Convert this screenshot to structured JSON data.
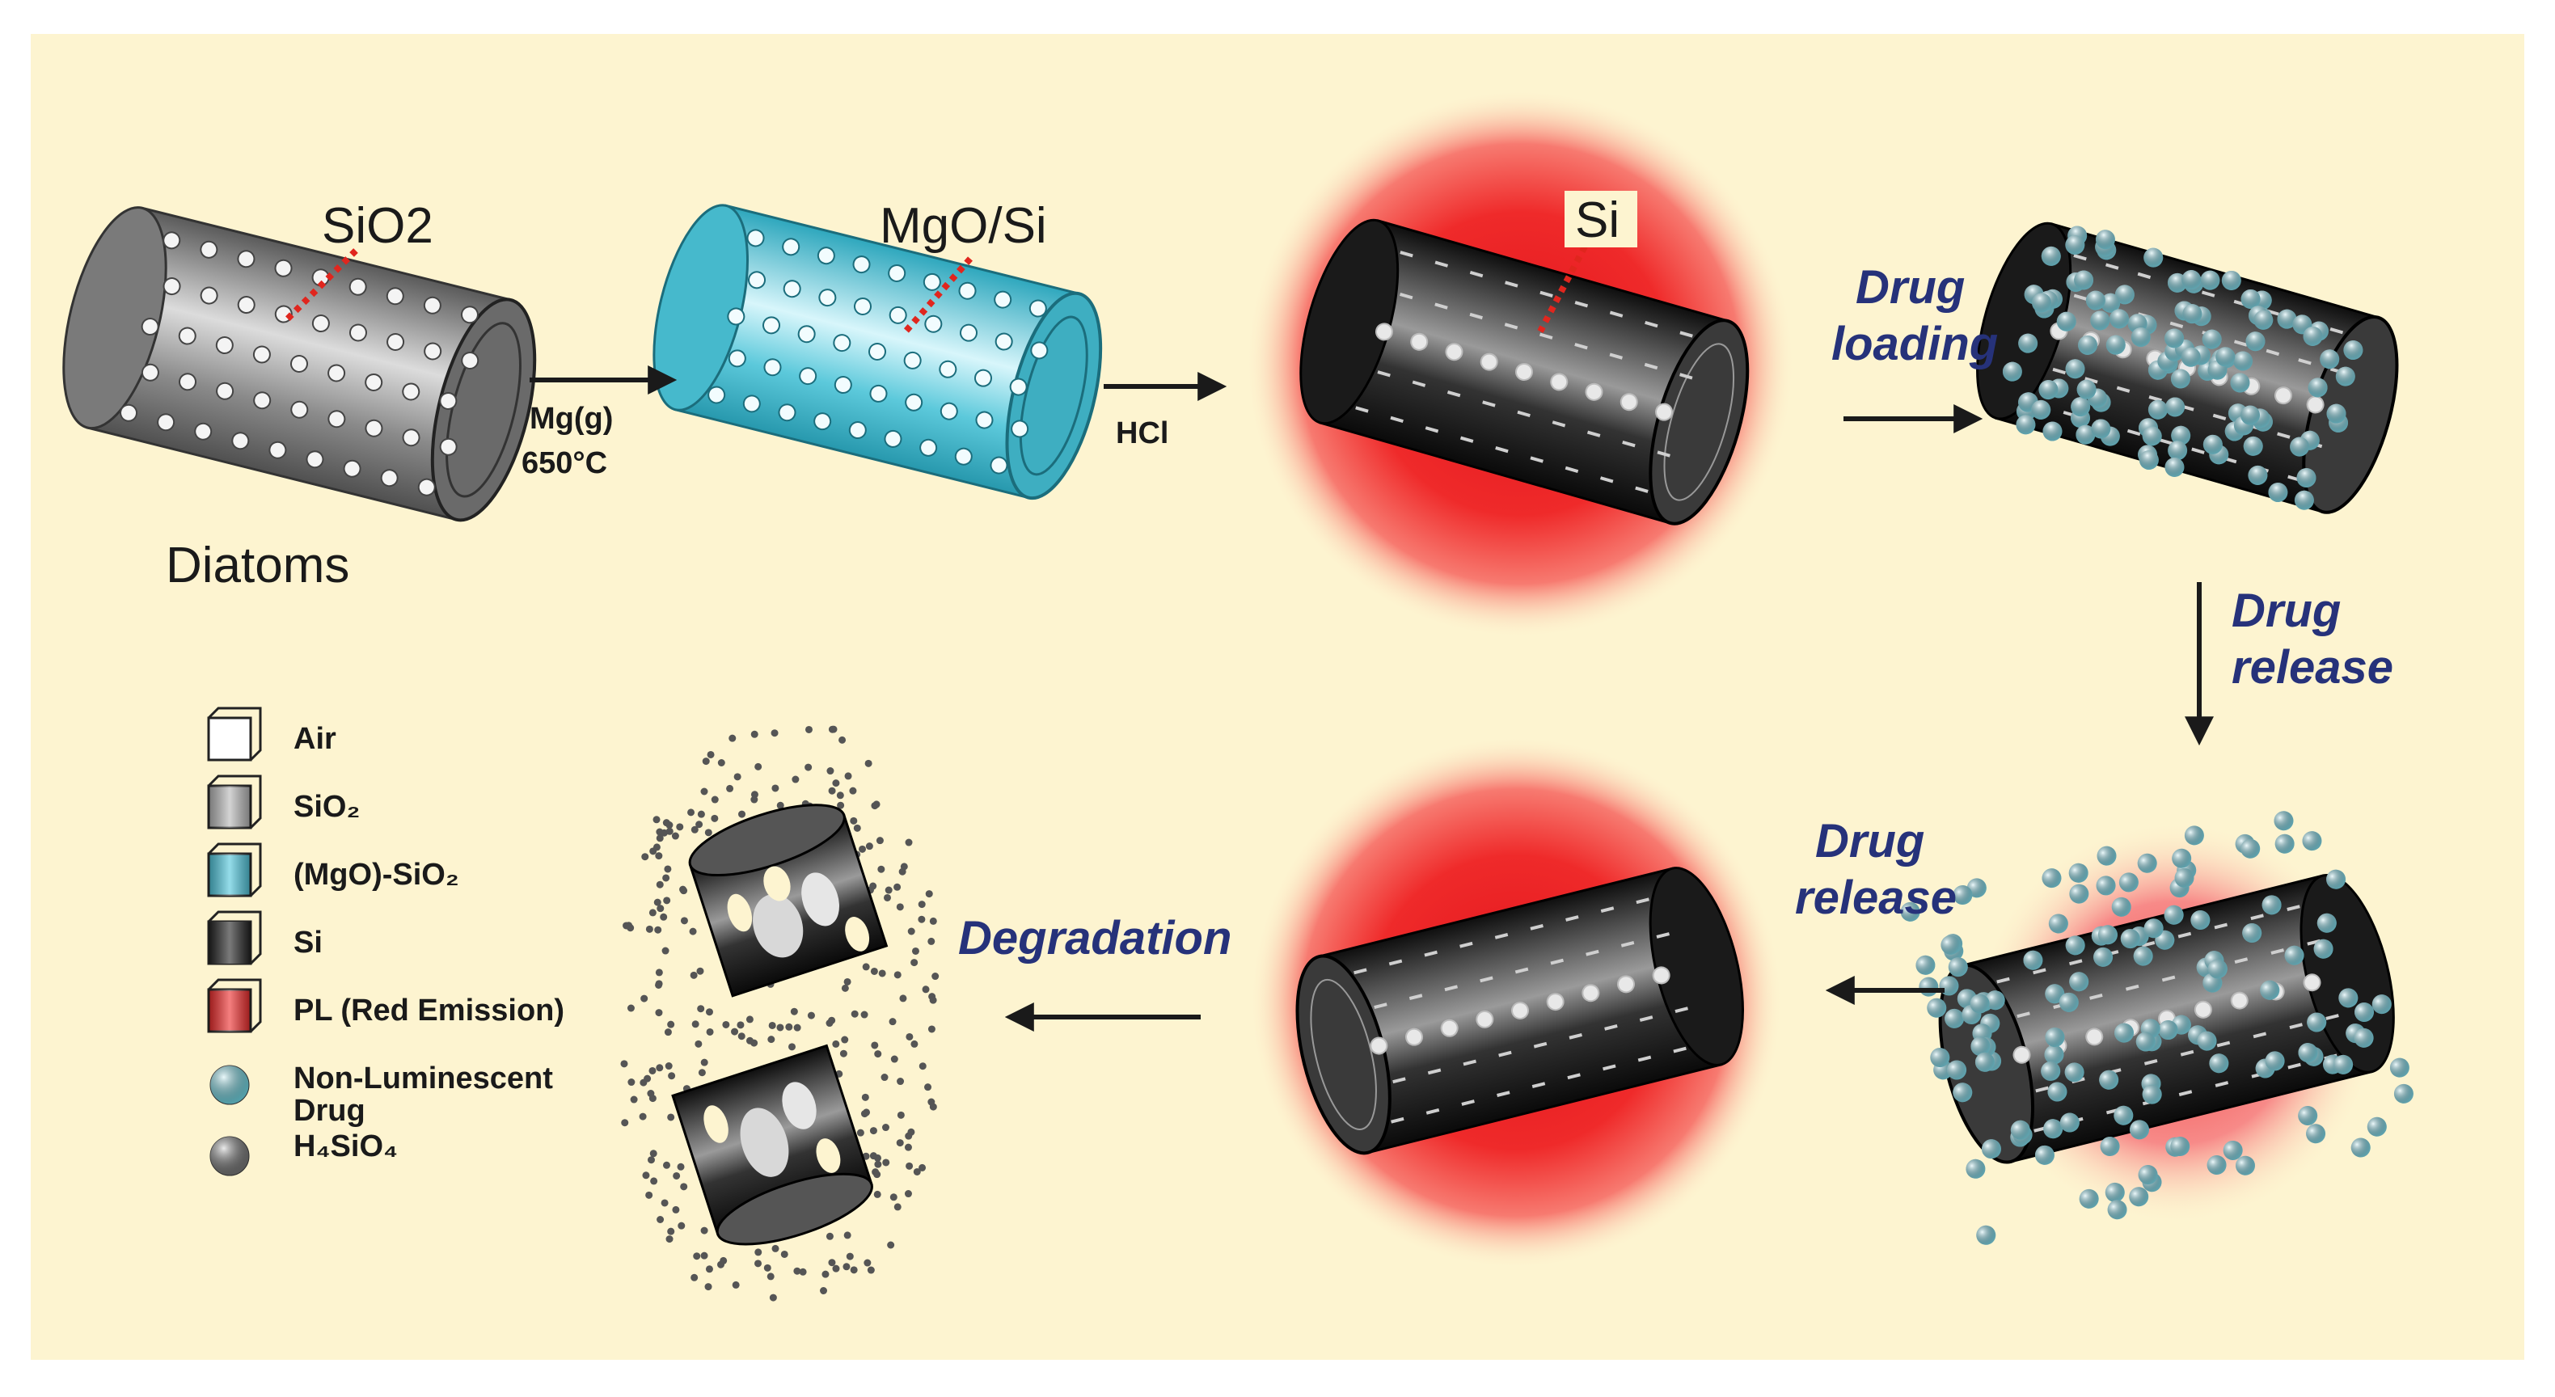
{
  "labels": {
    "sio2": "SiO2",
    "mgo_si": "MgO/Si",
    "si": "Si",
    "diatoms": "Diatoms",
    "mg_g": "Mg(g)",
    "temp": "650°C",
    "hcl": "HCl",
    "drug_loading_1": "Drug",
    "drug_loading_2": "loading",
    "drug_release_1": "Drug",
    "drug_release_2": "release",
    "drug_release_b1": "Drug",
    "drug_release_b2": "release",
    "degradation": "Degradation"
  },
  "legend": {
    "items": [
      {
        "label": "Air",
        "color": "#ffffff"
      },
      {
        "label": "SiO₂",
        "color": "#b8b8b8"
      },
      {
        "label": "(MgO)-SiO₂",
        "color": "#4fc6dc"
      },
      {
        "label": "Si",
        "color": "#222222"
      },
      {
        "label": "PL (Red Emission)",
        "color": "#ee2a2a"
      },
      {
        "label": "Non-Luminescent",
        "label2": "Drug",
        "color": "#6fd3e0"
      },
      {
        "label": "H₄SiO₄",
        "color": "#777777"
      }
    ]
  },
  "colors": {
    "background": "#fdf4d0",
    "silica": "#9c9c9c",
    "mgo": "#55c8da",
    "silicon": "#1c1c1c",
    "emission": "#f01e1e",
    "drug": "#7fd7e6",
    "marker": "#e0261e",
    "step_text": "#26327a"
  }
}
